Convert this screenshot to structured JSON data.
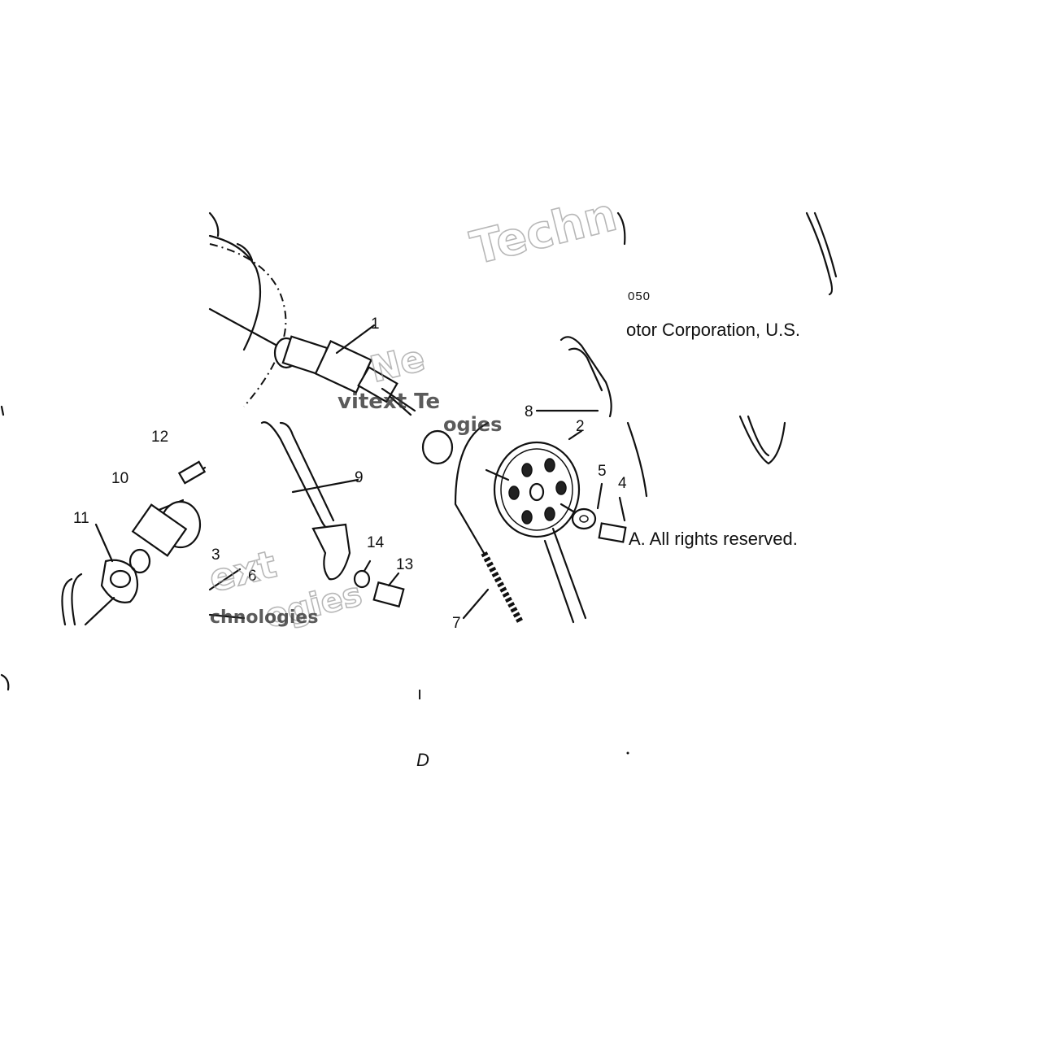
{
  "callouts": {
    "c1": "1",
    "c2": "2",
    "c3": "3",
    "c4": "4",
    "c5": "5",
    "c6": "6",
    "c7": "7",
    "c8": "8",
    "c9": "9",
    "c10": "10",
    "c11": "11",
    "c12": "12",
    "c13": "13",
    "c14": "14"
  },
  "captions": {
    "code_fragment": "050",
    "copyright_line1": "otor Corporation, U.S.",
    "copyright_line2": "A. All rights reserved."
  },
  "watermarks": {
    "w1": "Techn",
    "w2": "vitext  Te",
    "w3": "ogies",
    "w4": "ext",
    "w5": "ogies",
    "w6": "chnologies",
    "w7": "Ne"
  },
  "stray_marks": {
    "m1": "D",
    "m2": "ı"
  }
}
